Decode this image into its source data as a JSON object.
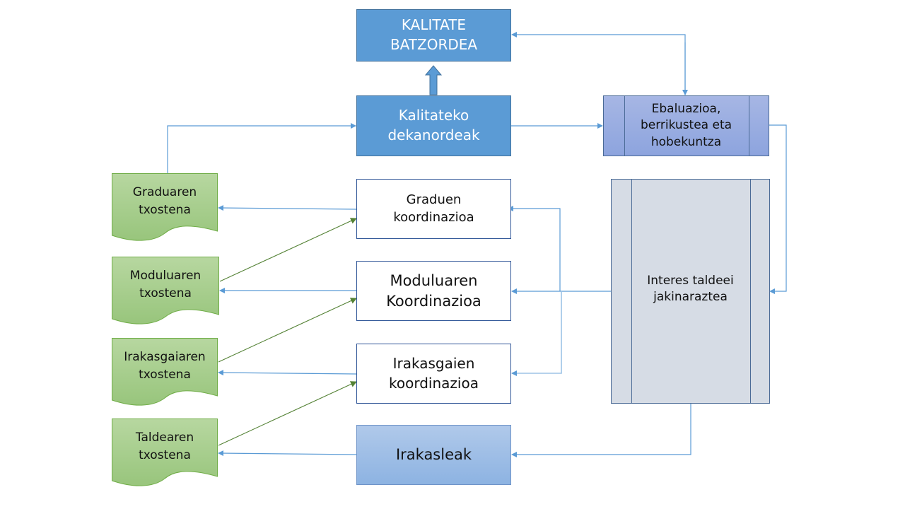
{
  "diagram": {
    "nodes": {
      "kalitate_batzordea": "KALITATE\nBATZORDEA",
      "kalitateko_dekanordeak": "Kalitateko\ndekanordeak",
      "ebaluazioa": "Ebaluazioa,\nberrikustea eta\nhobekuntza",
      "graduen_koordinazioa": "Graduen\nkoordinazioa",
      "moduluaren_koordinazioa": "Moduluaren\nKoordinazioa",
      "irakasgaien_koordinazioa": "Irakasgaien\nkoordinazioa",
      "irakasleak": "Irakasleak",
      "interes_taldeei": "Interes taldeei\njakinaraztea",
      "graduaren_txostena": "Graduaren\ntxostena",
      "moduluaren_txostena": "Moduluaren\ntxostena",
      "irakasgaiaren_txostena": "Irakasgaiaren\ntxostena",
      "taldearen_txostena": "Taldearen\ntxostena"
    },
    "colors": {
      "primary_blue": "#5b9bd5",
      "connector_blue": "#5b9bd5",
      "connector_green": "#548235",
      "document_green": "#a9d18e",
      "process_gray": "#d6dce5",
      "eval_purple": "#8faadc"
    }
  }
}
